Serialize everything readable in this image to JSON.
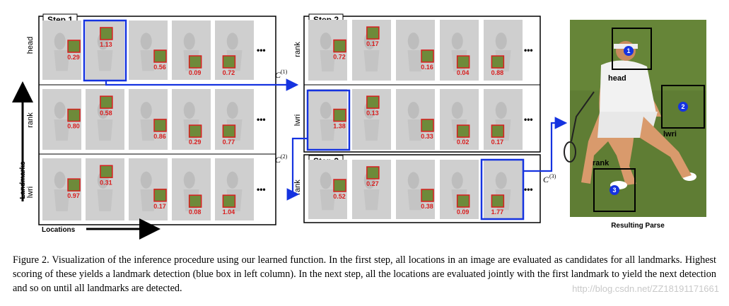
{
  "figure": {
    "steps": [
      {
        "label": "Step 1",
        "rows": [
          "head",
          "rank",
          "lwri"
        ],
        "scores": [
          [
            "0.29",
            "1.13",
            "0.56",
            "0.09",
            "0.72"
          ],
          [
            "0.80",
            "0.58",
            "0.86",
            "0.29",
            "0.77"
          ],
          [
            "0.97",
            "0.31",
            "0.17",
            "0.08",
            "1.04"
          ]
        ]
      },
      {
        "label": "Step 2",
        "rows": [
          "rank",
          "lwri"
        ],
        "scores": [
          [
            "0.72",
            "0.17",
            "0.16",
            "0.04",
            "0.88"
          ],
          [
            "1.38",
            "0.13",
            "0.33",
            "0.02",
            "0.17"
          ]
        ]
      },
      {
        "label": "Step 3",
        "rows": [
          "rank"
        ],
        "scores": [
          [
            "0.52",
            "0.27",
            "0.38",
            "0.09",
            "1.77"
          ]
        ]
      }
    ],
    "ellipsis": "•••",
    "axis": {
      "landmarks": "Landmarks",
      "locations": "Locations"
    },
    "connectors": [
      {
        "symbol": "C",
        "sup": "(1)"
      },
      {
        "symbol": "C",
        "sup": "(2)"
      },
      {
        "symbol": "C",
        "sup": "(3)"
      }
    ],
    "parse": {
      "title": "Resulting Parse",
      "labels": [
        "head",
        "lwri",
        "rank"
      ],
      "markers": [
        "1",
        "2",
        "3"
      ]
    },
    "colors": {
      "blue": "#1533e0",
      "red": "#d81e1e",
      "tile": "#cfcfcf",
      "grass": "#6e8a3a"
    }
  },
  "caption": "Figure 2. Visualization of the inference procedure using our learned function. In the first step, all locations in an image are evaluated as candidates for all landmarks. Highest scoring of these yields a landmark detection (blue box in left column). In the next step, all the locations are evaluated jointly with the first landmark to yield the next detection and so on until all landmarks are detected.",
  "watermark": "http://blog.csdn.net/ZZ18191171661"
}
